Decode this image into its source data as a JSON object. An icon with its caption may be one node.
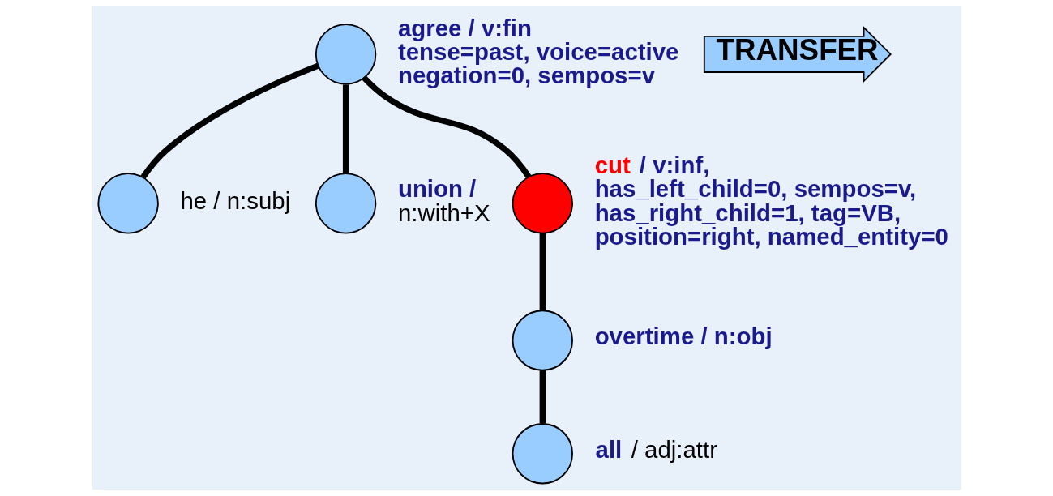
{
  "diagram": {
    "nodes": [
      {
        "text": [],
        "shape": "circle",
        "beside": [
          "agree / v:fin",
          "tense=past, voice=active",
          "negation=0, sempos=v"
        ]
      },
      {
        "text": [],
        "shape": "circle",
        "beside": [
          "he / n:subj"
        ]
      },
      {
        "text": [],
        "shape": "circle",
        "beside": [
          "union /",
          "n:with+X"
        ]
      },
      {
        "text": [],
        "shape": "circle",
        "beside": [
          "cut",
          "/ v:inf,",
          "has_left_child=0, sempos=v,",
          "has_right_child=1, tag=VB,",
          "position=right, named_entity=0"
        ]
      },
      {
        "text": [],
        "shape": "circle",
        "beside": [
          "overtime / n:obj"
        ]
      },
      {
        "text": [],
        "shape": "circle",
        "beside": [
          "all",
          "/ adj:attr"
        ]
      },
      {
        "text": [
          "TRANSFER"
        ]
      }
    ],
    "edges": [
      {
        "from": 0,
        "to": 1,
        "arrow": "none"
      },
      {
        "from": 0,
        "to": 2,
        "arrow": "none"
      },
      {
        "from": 0,
        "to": 3,
        "arrow": "none"
      },
      {
        "from": 3,
        "to": 4,
        "arrow": "none"
      },
      {
        "from": 4,
        "to": 5,
        "arrow": "none"
      }
    ]
  }
}
